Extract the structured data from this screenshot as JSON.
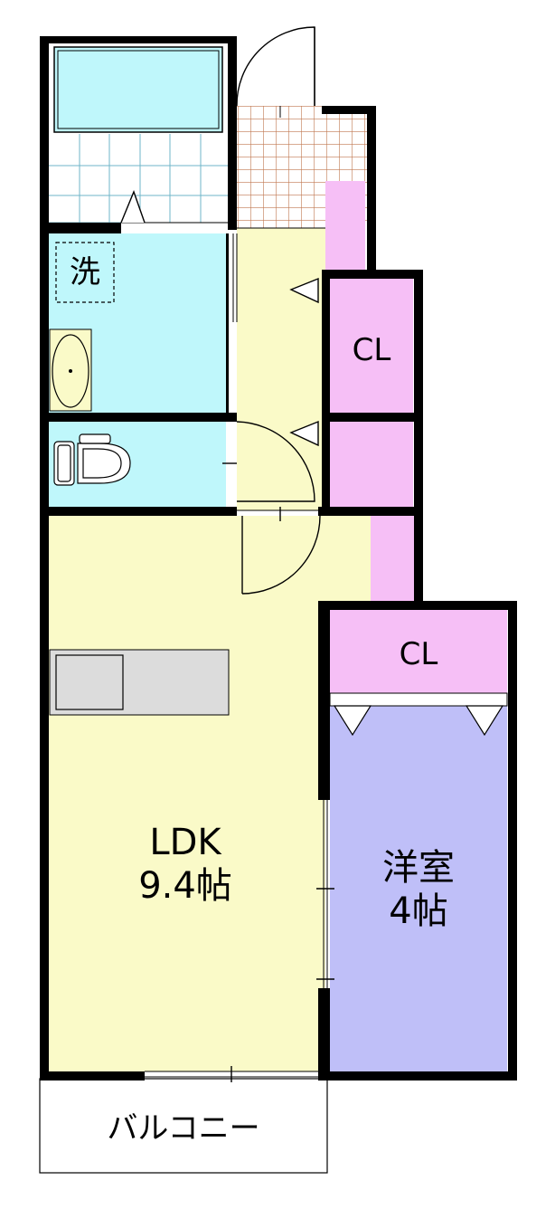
{
  "rooms": {
    "washroom": {
      "label": "洗"
    },
    "closet_upper": {
      "label": "CL"
    },
    "closet_lower": {
      "label": "CL"
    },
    "ldk": {
      "name": "LDK",
      "size": "9.4帖"
    },
    "western": {
      "name": "洋室",
      "size": "4帖"
    },
    "balcony": {
      "label": "バルコニー"
    }
  },
  "colors": {
    "wall": "#000000",
    "ldk_floor": "#fafac8",
    "wet_area": "#bff7fb",
    "closet": "#f6bff6",
    "western_room": "#bfbff8",
    "entrance_tile": "#c07850",
    "kitchen_counter": "#dcdcdc",
    "bath_tile_line": "#6fb6c8"
  }
}
